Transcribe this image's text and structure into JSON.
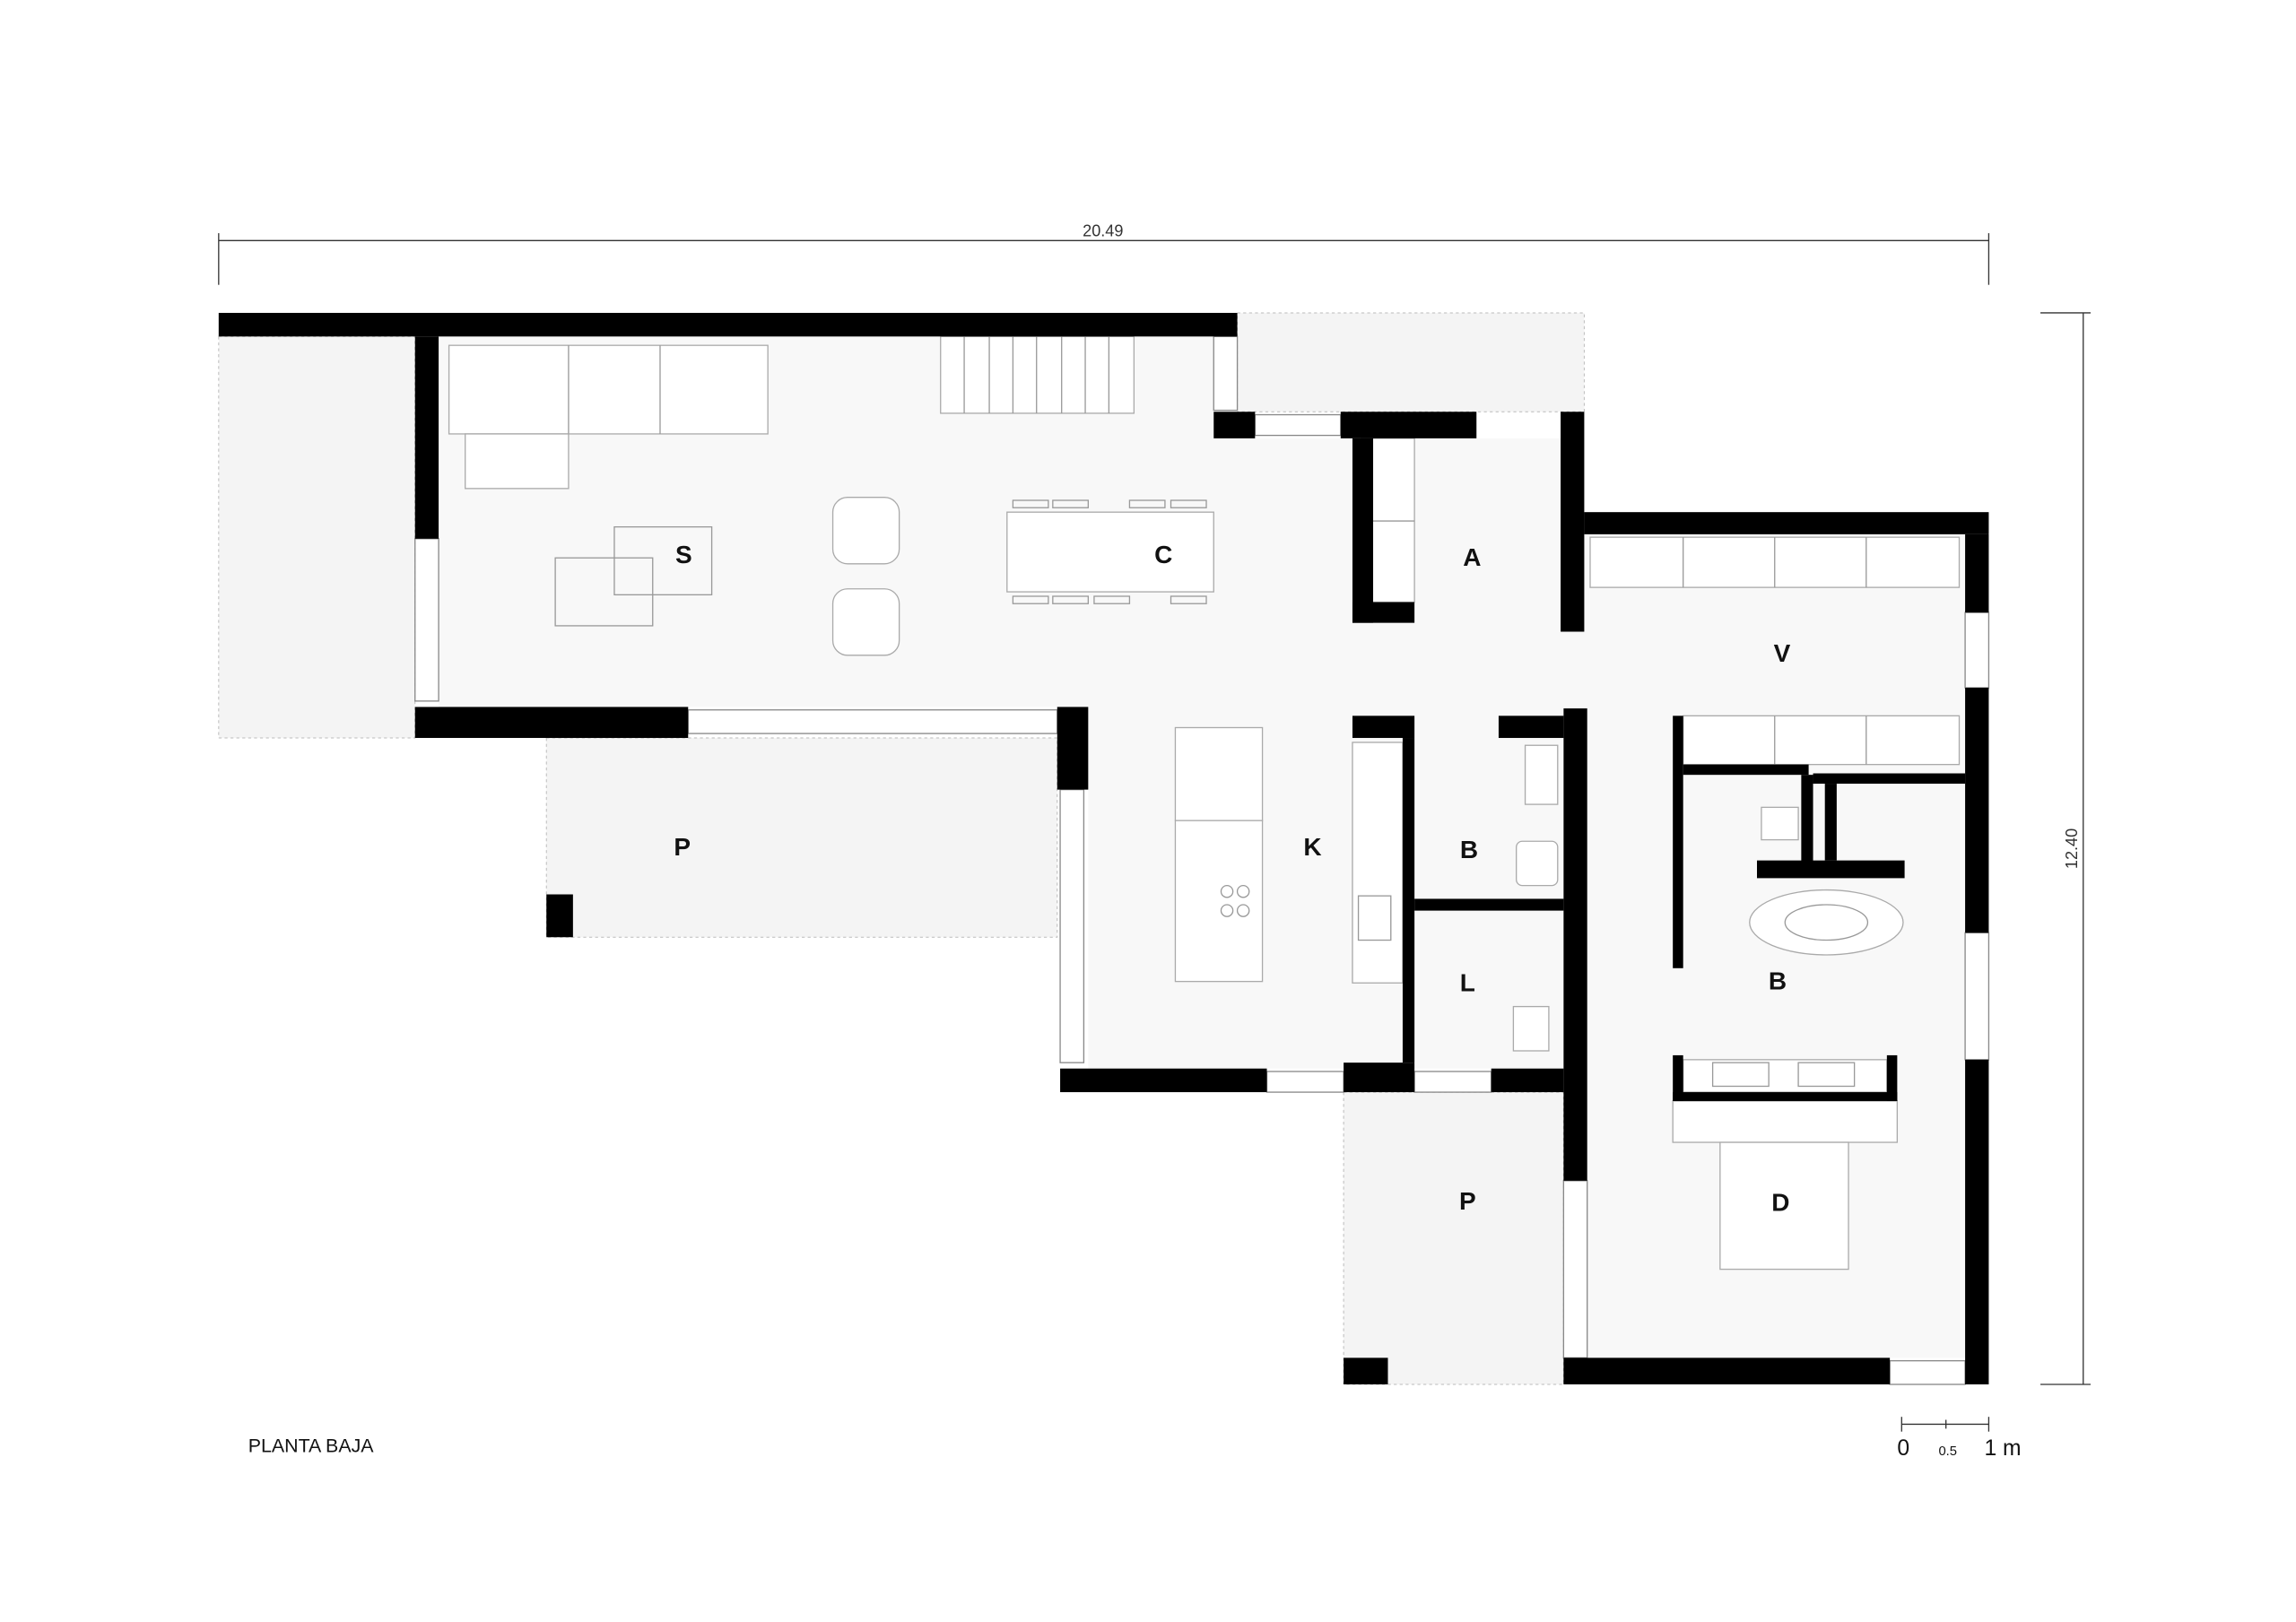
{
  "title": "PLANTA BAJA",
  "dimensions": {
    "width": "20.49",
    "height": "12.40"
  },
  "scale_bar": {
    "zero": "0",
    "half": "0.5",
    "one": "1 m"
  },
  "rooms": {
    "salon": "S",
    "comedor": "C",
    "a": "A",
    "v": "V",
    "patio_west": "P",
    "kitchen": "K",
    "bath_small": "B",
    "bath_master": "B",
    "laundry": "L",
    "patio_south": "P",
    "dormitorio": "D"
  }
}
